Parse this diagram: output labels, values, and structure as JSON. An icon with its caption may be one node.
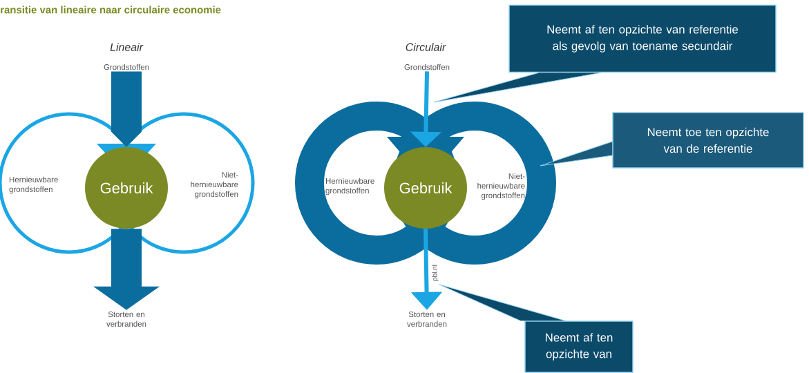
{
  "diagram": {
    "title": "ransitie van lineaire naar circulaire economie",
    "nodes": [
      {
        "text": [
          "Grondstoffen"
        ]
      },
      {
        "text": [
          "Gebruik"
        ]
      },
      {
        "text": [
          "Hernieuwbare grondstoffen"
        ]
      },
      {
        "text": [
          "Niet- hernieuwbare grondstoffen"
        ]
      },
      {
        "text": [
          "Storten en verbranden"
        ]
      },
      {
        "text": [
          "Grondstoffen"
        ]
      },
      {
        "text": [
          "Gebruik"
        ]
      },
      {
        "text": [
          "Hernieuwbare grondstoffen"
        ]
      },
      {
        "text": [
          "Niet- hernieuwbare grondstoffen"
        ]
      },
      {
        "text": [
          "Storten en verbranden"
        ]
      },
      {
        "text": [
          "Neemt af ten opzichte van referentie als gevolg van toename secundair"
        ]
      },
      {
        "text": [
          "Neemt toe ten opzichte van de referentie"
        ]
      },
      {
        "text": [
          "Neemt af ten opzichte van"
        ]
      }
    ],
    "edges": [
      {
        "from": 0,
        "to": 1,
        "arrow": "to",
        "style": "thick",
        "color": "#0b6d9e"
      },
      {
        "from": 1,
        "to": 4,
        "arrow": "to",
        "style": "thick",
        "color": "#0b6d9e"
      },
      {
        "from": 5,
        "to": 6,
        "arrow": "to",
        "style": "thick",
        "color": "#1ba6e3"
      },
      {
        "from": 6,
        "to": 9,
        "arrow": "to",
        "style": "thick",
        "color": "#1ba6e3"
      },
      {
        "from": 10,
        "to": null,
        "arrow": "none",
        "color": "#8ecfef"
      },
      {
        "from": 11,
        "to": 8,
        "arrow": "none",
        "color": "#8ecfef"
      },
      {
        "from": 12,
        "to": null,
        "arrow": "none",
        "color": "#8ecfef"
      }
    ],
    "labels": [
      "Lineair",
      "Circulair",
      "pbl.nl"
    ]
  }
}
